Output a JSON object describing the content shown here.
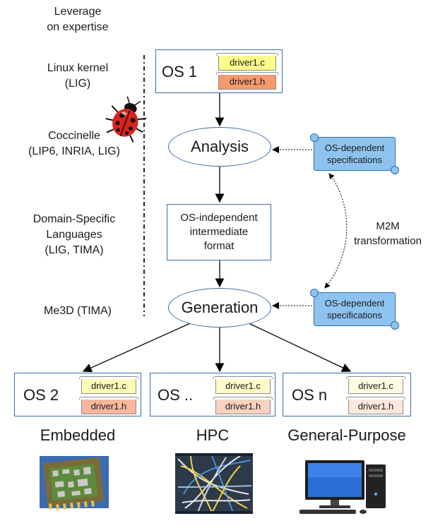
{
  "left_labels": {
    "leverage": "Leverage\non expertise",
    "linux": "Linux kernel\n(LIG)",
    "coccinelle": "Coccinelle\n(LIP6, INRIA, LIG)",
    "dsl": "Domain-Specific\nLanguages\n(LIG, TIMA)",
    "me3d": "Me3D (TIMA)"
  },
  "os_top": {
    "name": "OS 1",
    "file_c": "driver1.c",
    "file_h": "driver1.h"
  },
  "analysis": "Analysis",
  "intermediate": "OS-independent\nintermediate\nformat",
  "generation": "Generation",
  "spec_top": "OS-dependent\nspecifications",
  "spec_bottom": "OS-dependent\nspecifications",
  "m2m": "M2M\ntransformation",
  "targets": [
    {
      "name": "OS 2",
      "file_c": "driver1.c",
      "file_h": "driver1.h",
      "category": "Embedded"
    },
    {
      "name": "OS ..",
      "file_c": "driver1.c",
      "file_h": "driver1.h",
      "category": "HPC"
    },
    {
      "name": "OS n",
      "file_c": "driver1.c",
      "file_h": "driver1.h",
      "category": "General-Purpose"
    }
  ],
  "colors": {
    "file_c_top": "#fdfb8a",
    "file_h_top": "#f59a6e",
    "file_c_os2": "#fdfbb8",
    "file_h_os2": "#f9b89c",
    "file_c_dots": "#fdfcc8",
    "file_h_dots": "#fbd1c0",
    "file_c_n": "#fefde0",
    "file_h_n": "#fde8de",
    "spec": "#8ec3f0",
    "box_border": "#3b6ea8"
  },
  "icons": [
    "ladybug-icon",
    "circuit-board-image",
    "server-cables-image",
    "desktop-computer-icon"
  ]
}
